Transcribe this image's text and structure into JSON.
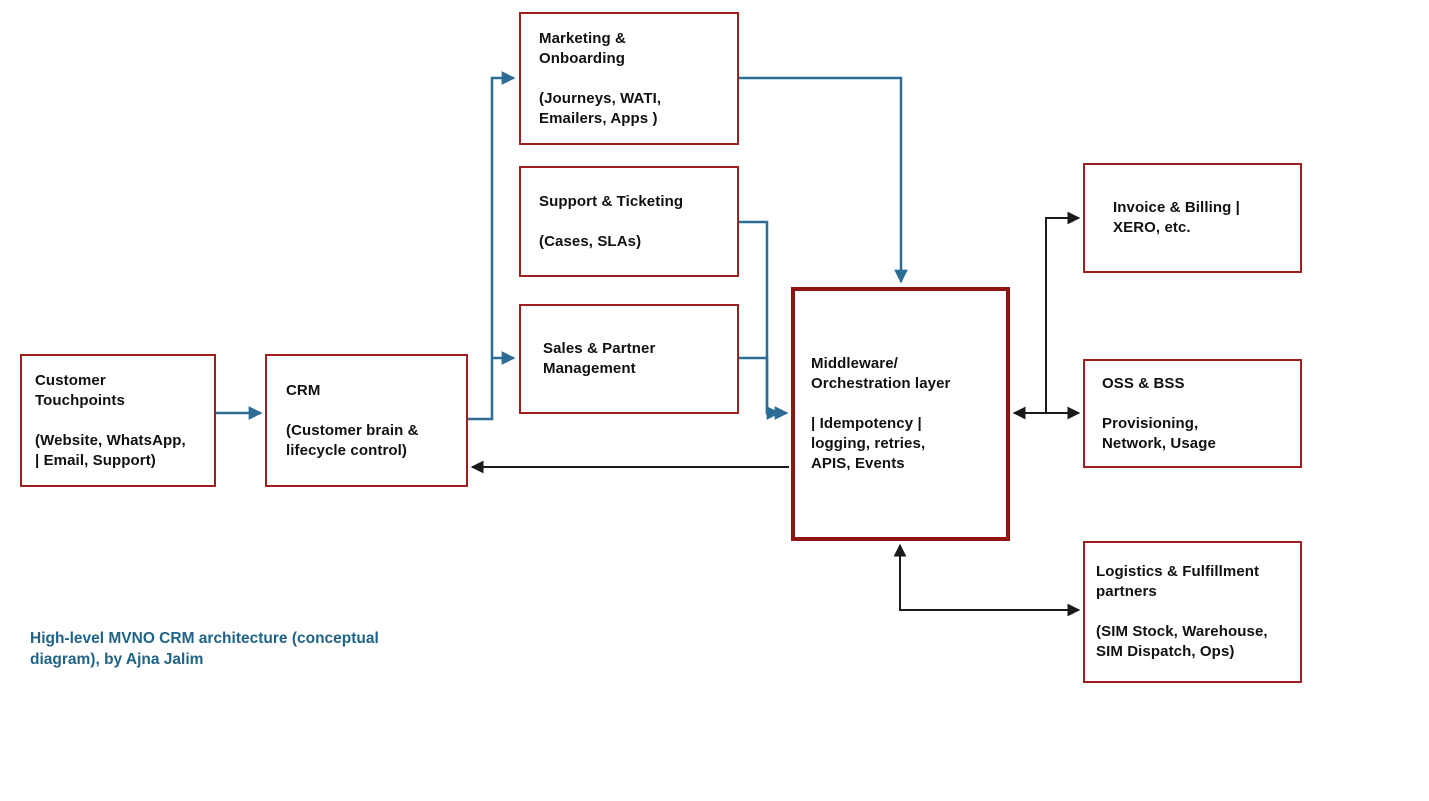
{
  "caption": "High-level MVNO CRM architecture (conceptual\ndiagram), by Ajna Jalim",
  "colors": {
    "box_border": "#9e1e1e",
    "middleware_border": "#8f1310",
    "blue_connector": "#2c6d96",
    "black_connector": "#1a1a1a",
    "caption_text": "#1f6386",
    "text": "#111111",
    "background": "#ffffff"
  },
  "nodes": {
    "customer_touchpoints": {
      "title": "Customer\nTouchpoints",
      "subtitle": "(Website, WhatsApp,\n| Email, Support)"
    },
    "crm": {
      "title": "CRM",
      "subtitle": "(Customer brain &\nlifecycle control)"
    },
    "marketing_onboarding": {
      "title": "Marketing &\nOnboarding",
      "subtitle": "(Journeys, WATI,\nEmailers, Apps )"
    },
    "support_ticketing": {
      "title": "Support & Ticketing",
      "subtitle": "(Cases, SLAs)"
    },
    "sales_partner": {
      "title": "Sales & Partner\nManagement",
      "subtitle": ""
    },
    "middleware": {
      "title": "Middleware/\nOrchestration layer",
      "subtitle": "| Idempotency |\nlogging, retries,\nAPIS, Events"
    },
    "invoice_billing": {
      "title": "Invoice & Billing |\nXERO, etc.",
      "subtitle": ""
    },
    "oss_bss": {
      "title": "OSS & BSS",
      "subtitle": "Provisioning,\nNetwork, Usage"
    },
    "logistics_fulfillment": {
      "title": "Logistics & Fulfillment\npartners",
      "subtitle": "(SIM Stock, Warehouse,\nSIM Dispatch, Ops)"
    }
  },
  "connections": [
    {
      "from": "customer_touchpoints",
      "to": "crm",
      "color": "blue",
      "bidirectional": false
    },
    {
      "from": "crm",
      "to": "marketing_onboarding",
      "color": "blue",
      "bidirectional": false
    },
    {
      "from": "crm",
      "to": "sales_partner",
      "color": "blue",
      "bidirectional": false
    },
    {
      "from": "marketing_onboarding",
      "to": "middleware",
      "color": "blue",
      "bidirectional": false
    },
    {
      "from": "support_ticketing",
      "to": "middleware",
      "color": "blue",
      "bidirectional": false
    },
    {
      "from": "sales_partner",
      "to": "middleware",
      "color": "blue",
      "bidirectional": false
    },
    {
      "from": "middleware",
      "to": "crm",
      "color": "black",
      "bidirectional": false
    },
    {
      "from": "middleware",
      "to": "invoice_billing",
      "color": "black",
      "bidirectional": false
    },
    {
      "from": "middleware",
      "to": "oss_bss",
      "color": "black",
      "bidirectional": true
    },
    {
      "from": "middleware",
      "to": "logistics_fulfillment",
      "color": "black",
      "bidirectional": true
    }
  ]
}
